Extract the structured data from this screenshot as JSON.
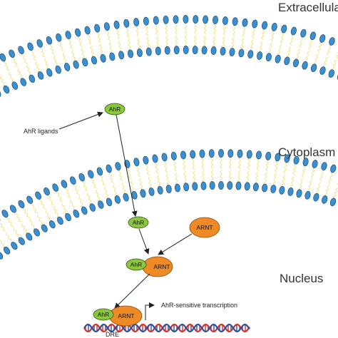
{
  "regions": {
    "extracellular": "Extracellular",
    "cytoplasm": "Cytoplasm",
    "nucleus": "Nucleus"
  },
  "labels": {
    "ligands": "AhR ligands",
    "transcription": "AhR-sensitive transcription",
    "dre": "DRE"
  },
  "nodes": {
    "ahr": "AhR",
    "arnt": "ARNT"
  },
  "colors": {
    "head": "#3a8fd0",
    "head_stroke": "#1d4f7a",
    "tail": "#f2e07a",
    "ahr": "#8cc63f",
    "arnt": "#f08a24",
    "dna_red": "#d0312d",
    "dna_blue": "#2d4fa0"
  }
}
